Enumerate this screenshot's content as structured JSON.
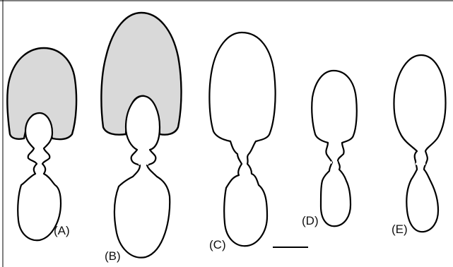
{
  "figure": {
    "panels": [
      {
        "id": "A",
        "label": "(A)"
      },
      {
        "id": "B",
        "label": "(B)"
      },
      {
        "id": "C",
        "label": "(C)"
      },
      {
        "id": "D",
        "label": "(D)"
      },
      {
        "id": "E",
        "label": "(E)"
      }
    ],
    "colors": {
      "outline": "#000000",
      "shaded_cap": "#d9d9d9",
      "background": "#ffffff"
    }
  }
}
